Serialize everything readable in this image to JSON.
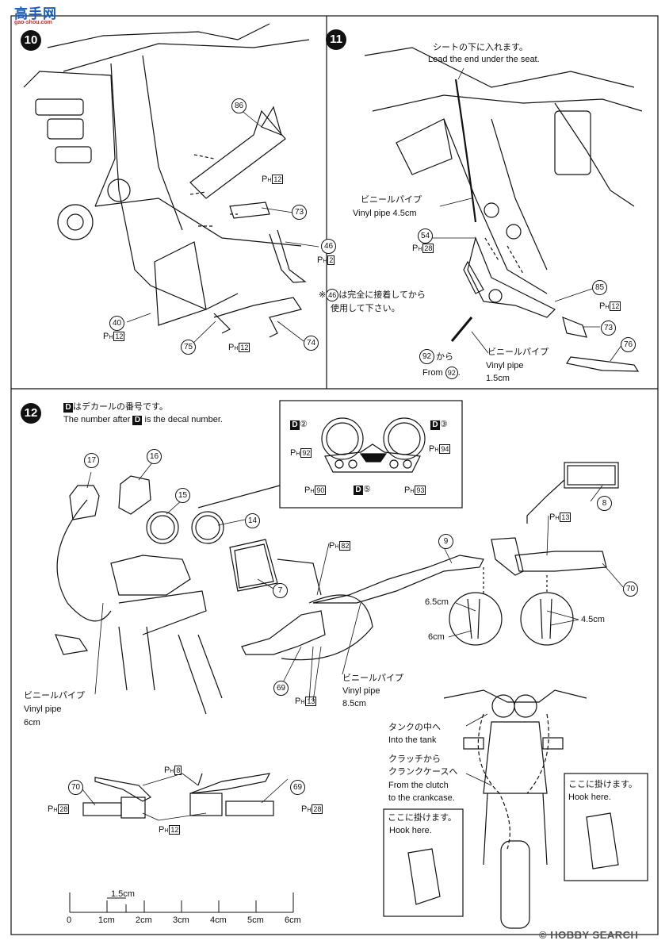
{
  "watermark_top": {
    "text": "高手网",
    "sub": "gao-shou.com"
  },
  "steps": {
    "s10": "10",
    "s11": "11",
    "s12": "12"
  },
  "step11": {
    "seat_note_jp": "シートの下に入れます。",
    "seat_note_en": "Lead the end under the seat.",
    "vinyl_jp_1": "ビニールパイプ",
    "vinyl_en_1": "Vinyl pipe  4.5cm",
    "glue_note_l1": "は完全に接着してから",
    "glue_note_l2": "使用して下さい。",
    "from92_jp": "から",
    "from92_en": "From",
    "vinyl_jp_2": "ビニールパイプ",
    "vinyl_en_2": "Vinyl pipe",
    "vinyl_len_2": "1.5cm"
  },
  "step12": {
    "decal_note_jp": "はデカールの番号です。",
    "decal_note_en_a": "The number after",
    "decal_note_en_b": "is the decal number.",
    "vinyl_left_jp": "ビニールパイプ",
    "vinyl_left_en": "Vinyl pipe",
    "vinyl_left_len": "6cm",
    "vinyl_mid_jp": "ビニールパイプ",
    "vinyl_mid_en": "Vinyl pipe",
    "vinyl_mid_len": "8.5cm",
    "dim_65": "6.5cm",
    "dim_6": "6cm",
    "dim_45": "4.5cm",
    "tank_jp": "タンクの中へ",
    "tank_en": "Into the tank",
    "clutch_jp_1": "クラッチから",
    "clutch_jp_2": "クランクケースへ",
    "clutch_en_1": "From the clutch",
    "clutch_en_2": "to the crankcase.",
    "hook_jp": "ここに掛けます。",
    "hook_en": "Hook here."
  },
  "parts": [
    "86",
    "73",
    "46",
    "40",
    "75",
    "74",
    "54",
    "85",
    "73",
    "76",
    "92",
    "17",
    "16",
    "15",
    "14",
    "8",
    "9",
    "7",
    "70",
    "69",
    "70",
    "69"
  ],
  "refs": {
    "ph": "P",
    "sub": "H",
    "r12": "12",
    "r2": "2",
    "r28": "28",
    "r13": "13",
    "r82": "82",
    "r8": "8",
    "r92": "92",
    "r94": "94",
    "r90": "90",
    "r93": "93"
  },
  "decals": {
    "d": "D",
    "d2": "②",
    "d3": "③",
    "d5": "⑤"
  },
  "scale": {
    "label": "1.5cm",
    "ticks": [
      "0",
      "1cm",
      "2cm",
      "3cm",
      "4cm",
      "5cm",
      "6cm"
    ]
  },
  "footer": {
    "brand": "HOBBY SEARCH",
    "mark": "©"
  }
}
